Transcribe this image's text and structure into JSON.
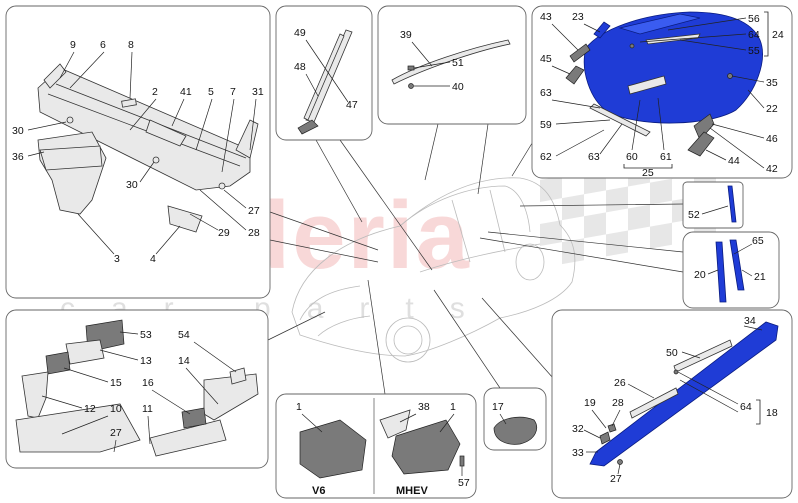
{
  "watermark": {
    "brand": "scuderia",
    "tagline": "car parts"
  },
  "panels": {
    "top_left": {
      "callouts": [
        "9",
        "6",
        "8",
        "2",
        "41",
        "5",
        "7",
        "31",
        "30",
        "36",
        "30",
        "27",
        "29",
        "28",
        "3",
        "4"
      ]
    },
    "pillar": {
      "callouts": [
        "49",
        "48",
        "47"
      ]
    },
    "roof_trim": {
      "callouts": [
        "39",
        "51",
        "40"
      ]
    },
    "rear_window": {
      "callouts": [
        "43",
        "23",
        "56",
        "64",
        "55",
        "24",
        "45",
        "35",
        "22",
        "63",
        "59",
        "46",
        "62",
        "63",
        "60",
        "61",
        "44",
        "42",
        "25"
      ]
    },
    "strip_52": {
      "callouts": [
        "52"
      ]
    },
    "strip_20_21": {
      "callouts": [
        "65",
        "20",
        "21"
      ]
    },
    "bottom_left": {
      "callouts": [
        "53",
        "13",
        "15",
        "12",
        "10",
        "27",
        "54",
        "14",
        "16",
        "11"
      ]
    },
    "engine_covers": {
      "callouts": [
        "1",
        "38",
        "1",
        "57"
      ],
      "variants": [
        "V6",
        "MHEV"
      ]
    },
    "small_part": {
      "callouts": [
        "17"
      ]
    },
    "sill": {
      "callouts": [
        "34",
        "50",
        "26",
        "19",
        "28",
        "64",
        "18",
        "32",
        "33",
        "27"
      ]
    }
  },
  "colors": {
    "highlight_part": "#1f3cd6",
    "watermark_red": "#f3b9b9",
    "frame": "#666666"
  }
}
